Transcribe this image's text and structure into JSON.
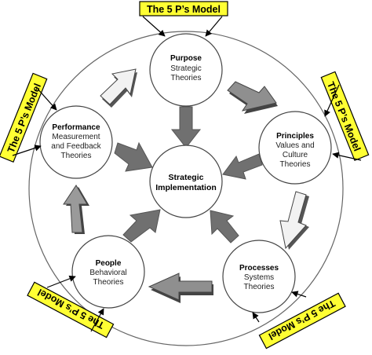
{
  "tag_label": "The 5 P’s Model",
  "colors": {
    "tag_fill": "#ffff33",
    "arrow_light": "#f0f0f0",
    "arrow_dark": "#707070",
    "arrow_mid": "#9a9a9a",
    "arrow_shade": "#555555"
  },
  "center": {
    "line1": "Strategic",
    "line2": "Implementation"
  },
  "nodes": {
    "purpose": {
      "title": "Purpose",
      "line1": "Strategic",
      "line2": "Theories"
    },
    "principles": {
      "title": "Principles",
      "line1": "Values and",
      "line2": "Culture",
      "line3": "Theories"
    },
    "processes": {
      "title": "Processes",
      "line1": "Systems",
      "line2": "Theories"
    },
    "people": {
      "title": "People",
      "line1": "Behavioral",
      "line2": "Theories"
    },
    "performance": {
      "title": "Performance",
      "line1": "Measurement",
      "line2": "and Feedback",
      "line3": "Theories"
    }
  }
}
